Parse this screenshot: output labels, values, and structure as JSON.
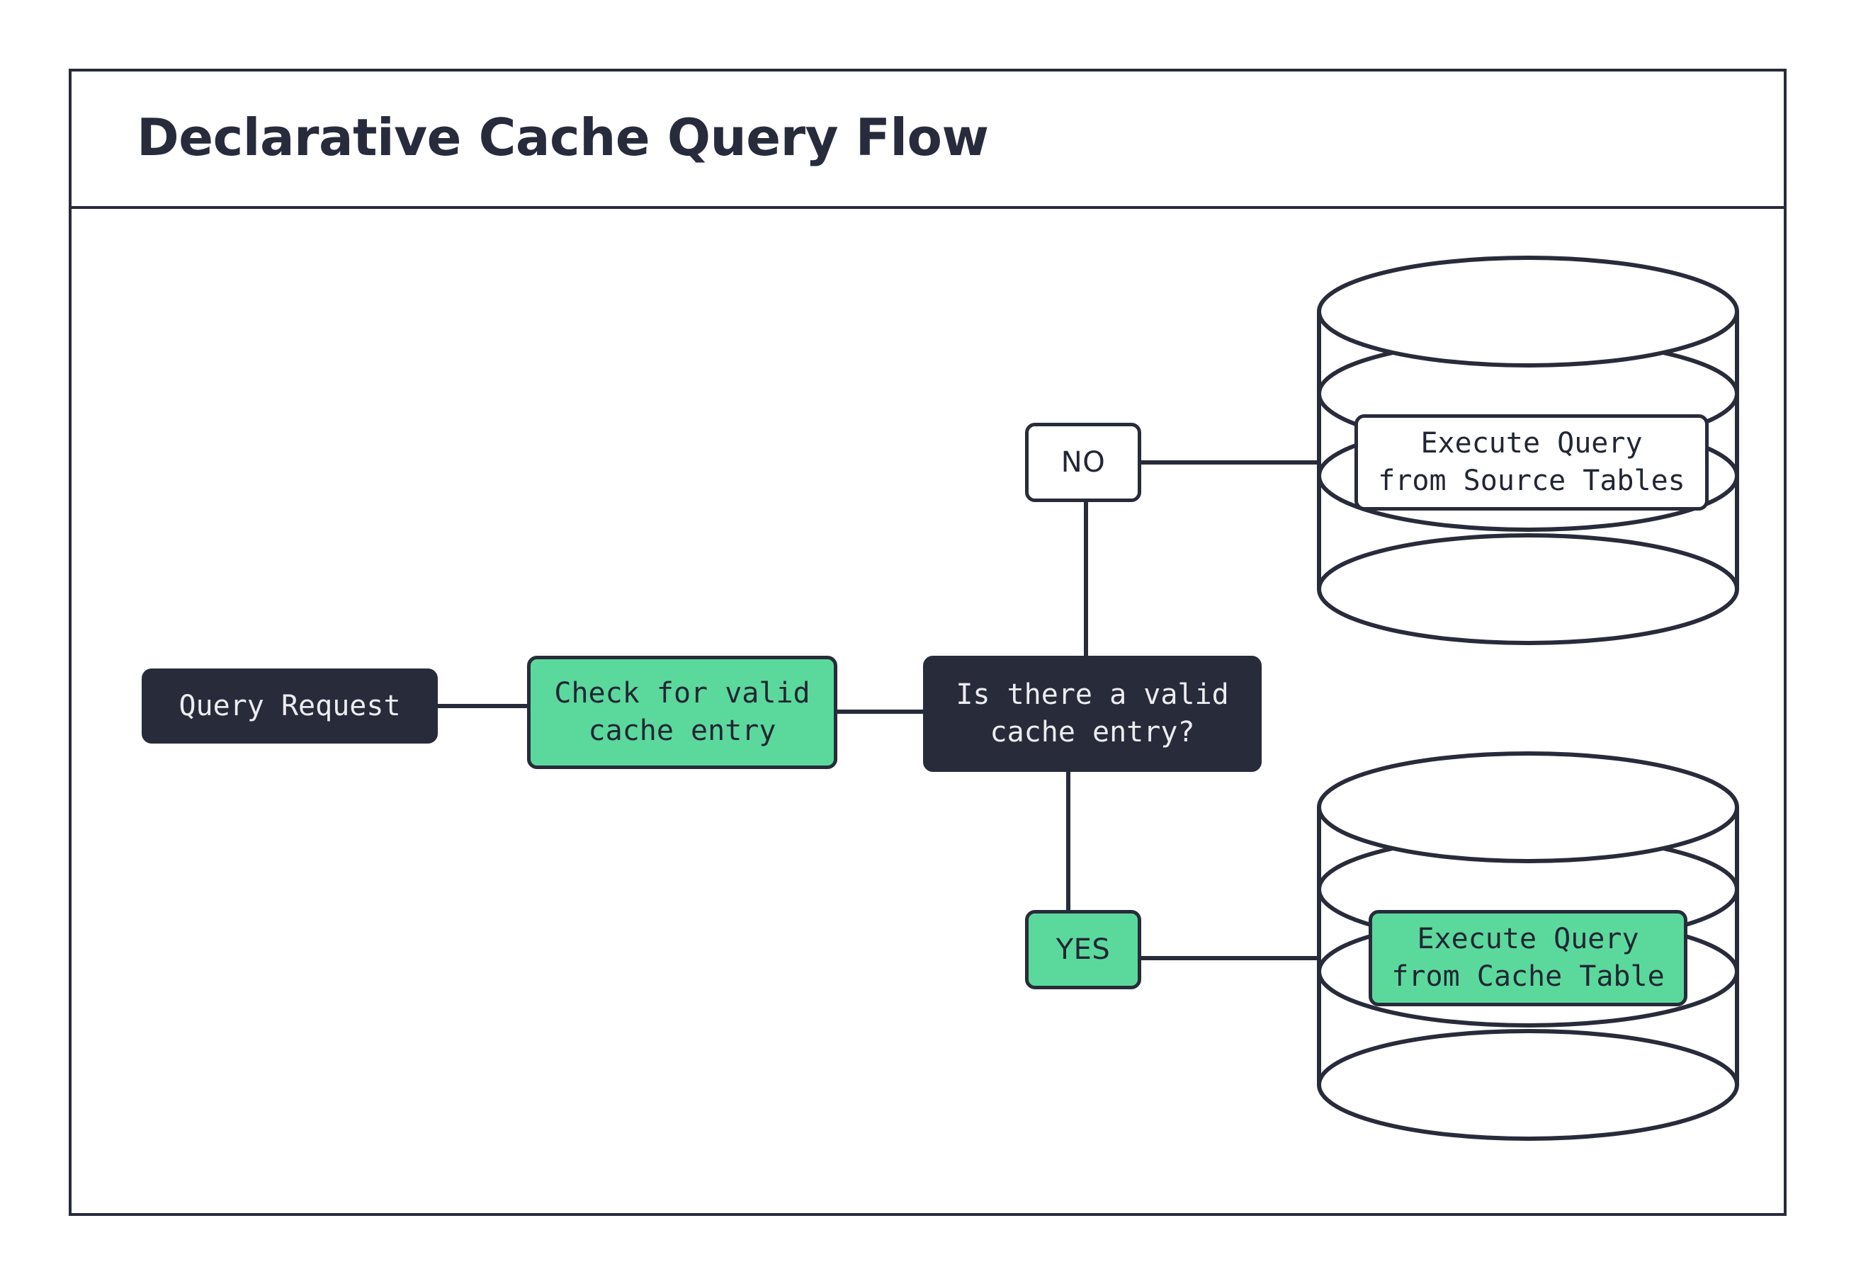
{
  "diagram": {
    "title": "Declarative Cache Query Flow",
    "type": "flowchart",
    "colors": {
      "dark": "#282B3A",
      "green": "#5BD99C",
      "white": "#FFFFFF",
      "text_light": "#ECEDF1",
      "text_dark": "#22263C"
    },
    "nodes": {
      "query_request": {
        "label": "Query Request",
        "shape": "rounded-rect",
        "style": "dark"
      },
      "check_cache": {
        "label": "Check for valid\ncache entry",
        "shape": "rounded-rect",
        "style": "green"
      },
      "decision": {
        "label": "Is there a valid\ncache entry?",
        "shape": "rounded-rect",
        "style": "dark"
      },
      "execute_source": {
        "label": "Execute Query\nfrom Source Tables",
        "shape": "database-cylinder",
        "style": "white"
      },
      "execute_cache": {
        "label": "Execute Query\nfrom Cache Table",
        "shape": "database-cylinder",
        "style": "green"
      }
    },
    "edge_labels": {
      "no": {
        "label": "NO",
        "style": "white"
      },
      "yes": {
        "label": "YES",
        "style": "green"
      }
    },
    "edges": [
      {
        "from": "query_request",
        "to": "check_cache",
        "label": ""
      },
      {
        "from": "check_cache",
        "to": "decision",
        "label": ""
      },
      {
        "from": "decision",
        "to": "execute_source",
        "label": "NO"
      },
      {
        "from": "decision",
        "to": "execute_cache",
        "label": "YES"
      }
    ]
  }
}
